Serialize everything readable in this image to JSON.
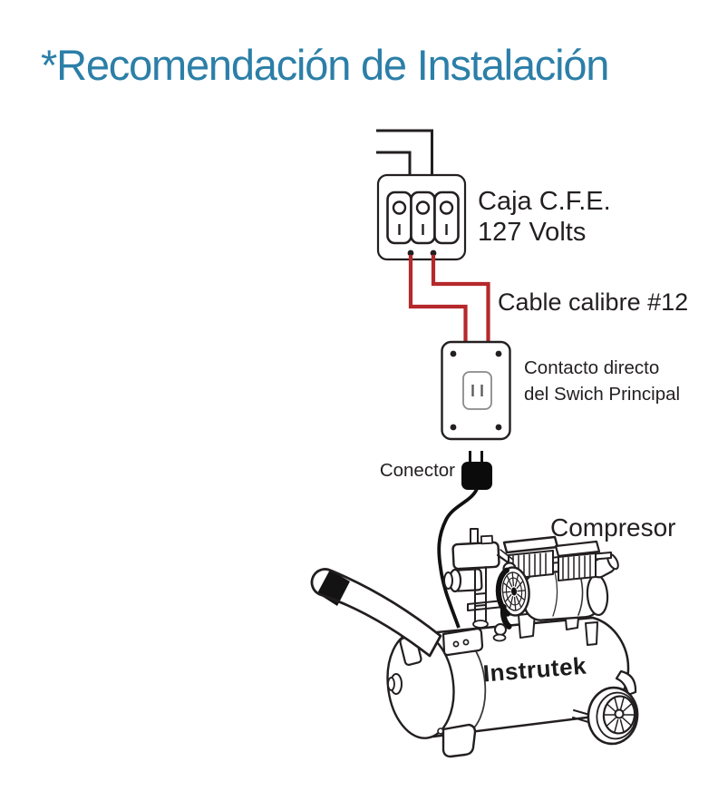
{
  "title": "*Recomendación de Instalación",
  "colors": {
    "accent": "#2b7fa8",
    "ink": "#231f20",
    "wire": "#b5282b",
    "soft": "#8a8a8a"
  },
  "labels": {
    "caja_line1": "Caja C.F.E.",
    "caja_line2": "127 Volts",
    "cable": "Cable calibre #12",
    "contacto_line1": "Contacto directo",
    "contacto_line2": "del Swich Principal",
    "conector": "Conector",
    "compresor": "Compresor"
  },
  "compressor": {
    "brand": "Instrutek"
  }
}
